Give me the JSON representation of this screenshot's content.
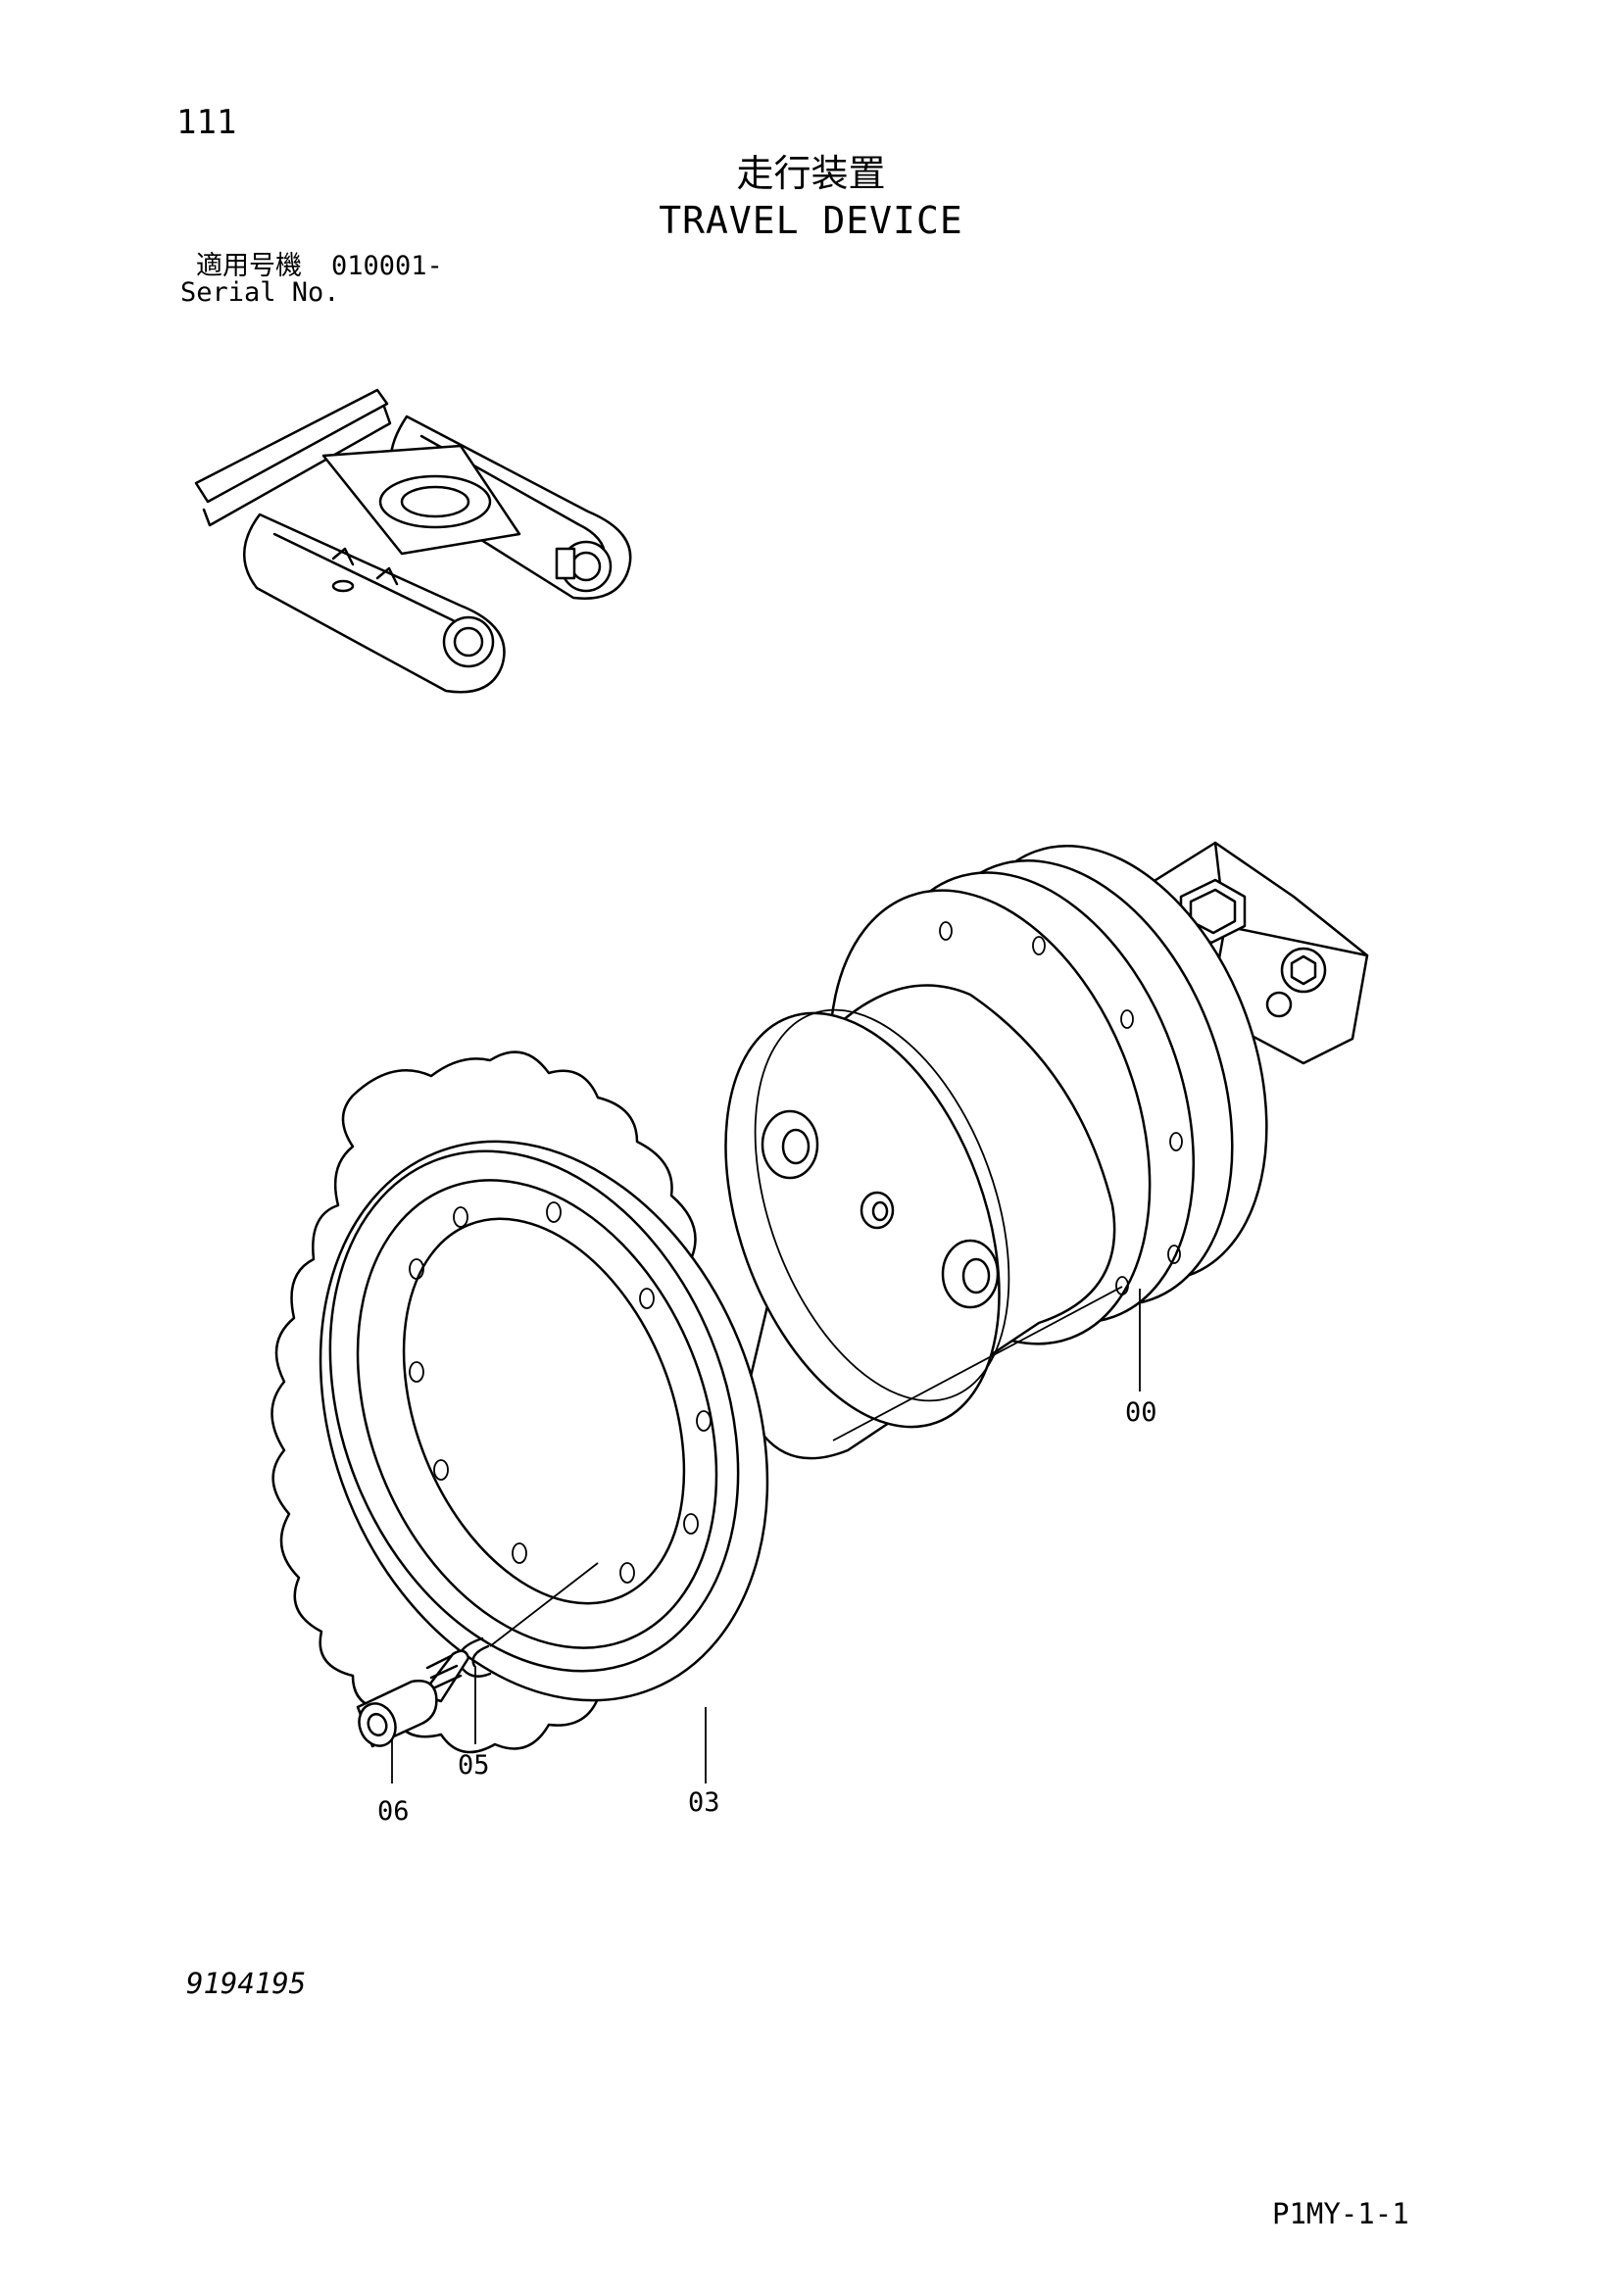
{
  "header": {
    "page_number": "111",
    "title_jp": "走行装置",
    "title_en": "TRAVEL DEVICE",
    "serial_label_jp": "適用号機",
    "serial_value": "010001-",
    "serial_label_en": "Serial No."
  },
  "callouts": [
    {
      "id": "00"
    },
    {
      "id": "03"
    },
    {
      "id": "05"
    },
    {
      "id": "06"
    }
  ],
  "footer": {
    "drawing_number": "9194195",
    "page_code": "P1MY-1-1"
  }
}
